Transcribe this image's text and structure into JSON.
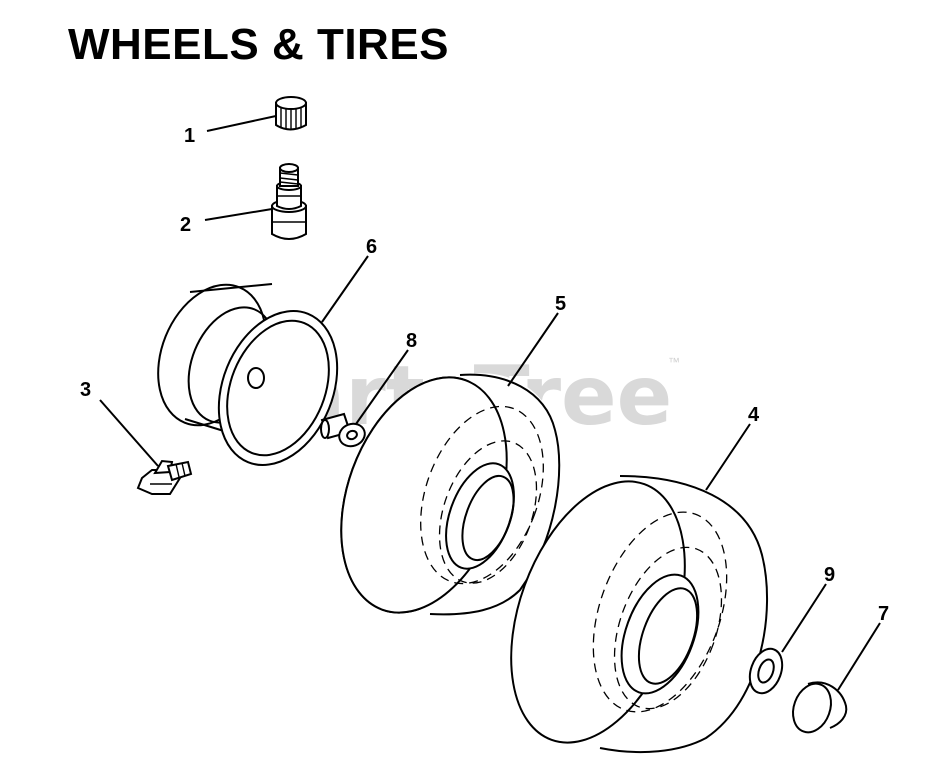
{
  "title": "WHEELS & TIRES",
  "watermark": {
    "text": "PartsTree",
    "trademark": "™"
  },
  "parts": [
    {
      "number": "1",
      "part": "valve-cap"
    },
    {
      "number": "2",
      "part": "valve-stem"
    },
    {
      "number": "3",
      "part": "grease-fitting"
    },
    {
      "number": "4",
      "part": "rear-tire"
    },
    {
      "number": "5",
      "part": "front-tire"
    },
    {
      "number": "6",
      "part": "wheel-rim"
    },
    {
      "number": "7",
      "part": "hub-cap"
    },
    {
      "number": "8",
      "part": "bushing"
    },
    {
      "number": "9",
      "part": "washer"
    }
  ],
  "colors": {
    "line": "#000000",
    "background": "#ffffff",
    "watermark": "#d9d9d9"
  }
}
